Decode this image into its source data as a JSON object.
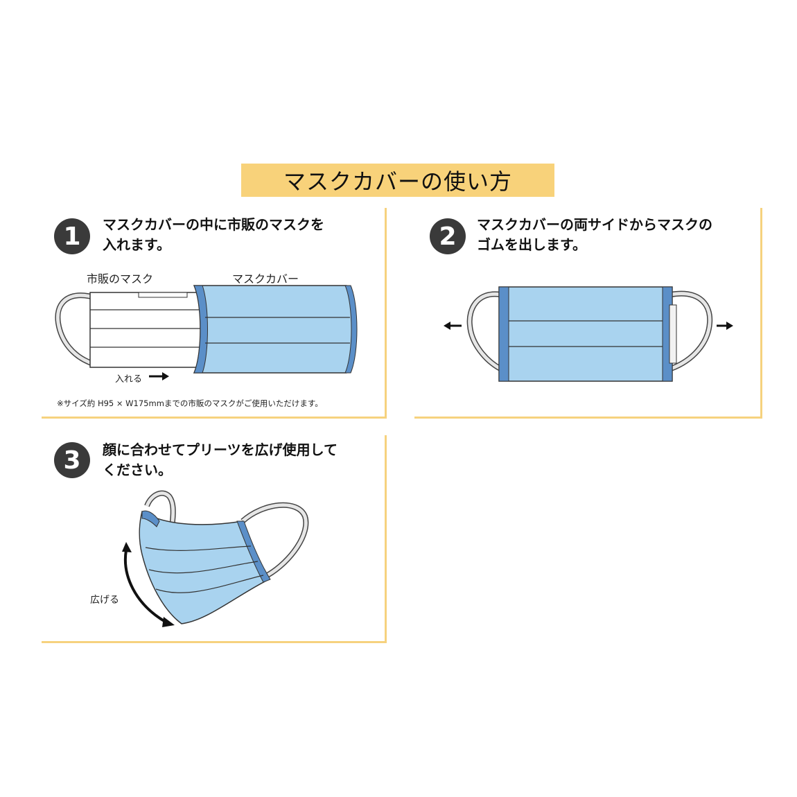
{
  "title": "マスクカバーの使い方",
  "steps": [
    {
      "number": "1",
      "text_line1": "マスクカバーの中に市販のマスクを",
      "text_line2": "入れます。",
      "label_left": "市販のマスク",
      "label_right": "マスクカバー",
      "arrow_label": "入れる",
      "note": "※サイズ約 H95 × W175mmまでの市販のマスクがご使用いただけます。"
    },
    {
      "number": "2",
      "text_line1": "マスクカバーの両サイドからマスクの",
      "text_line2": "ゴムを出します。"
    },
    {
      "number": "3",
      "text_line1": "顔に合わせてプリーツを広げ使用して",
      "text_line2": "ください。",
      "arrow_label": "広げる"
    }
  ],
  "colors": {
    "accent": "#f8d27a",
    "border": "#f6d27e",
    "mask_fill": "#a9d3ef",
    "mask_edge": "#5b8fc8",
    "badge": "#3a3a3a"
  }
}
